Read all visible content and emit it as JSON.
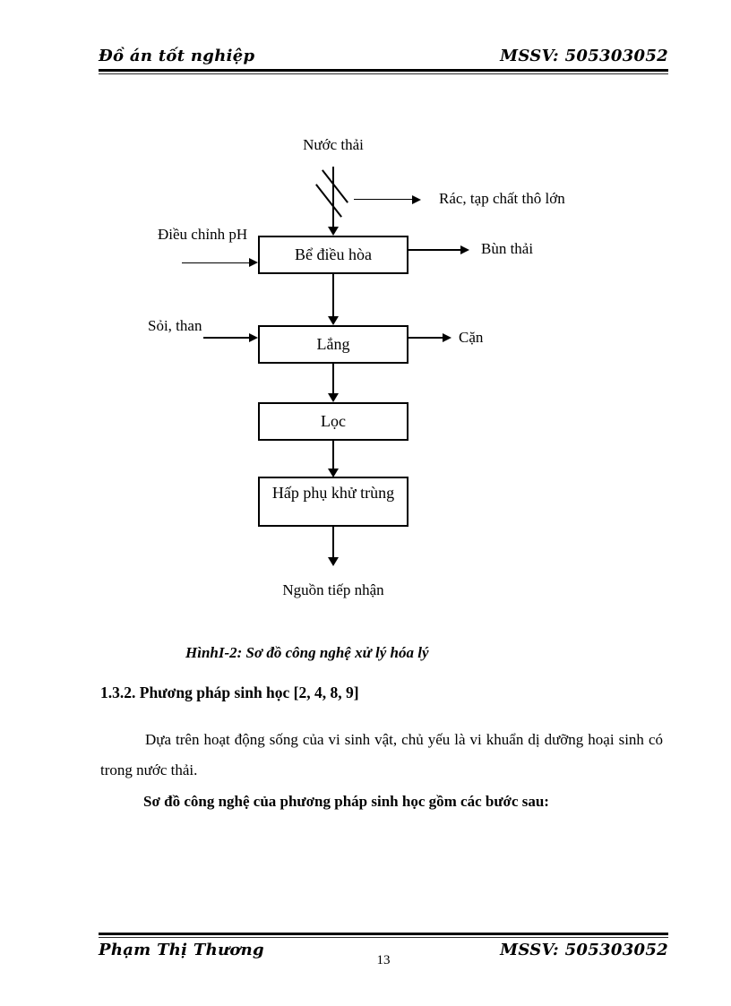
{
  "header": {
    "left": "Đồ án tốt nghiệp",
    "right": "MSSV: 505303052"
  },
  "footer": {
    "left": "Phạm Thị Thương",
    "right": "MSSV: 505303052",
    "page_number": "13"
  },
  "diagram": {
    "source_label": "Nước thải",
    "screen_output_label": "Rác, tạp chất thô lớn",
    "ph_input_label": "Điều chỉnh pH",
    "gravel_input_label": "Sỏi, than",
    "boxes": [
      {
        "label": "Bể điều hòa",
        "output": "Bùn thải"
      },
      {
        "label": "Lắng",
        "output": "Cặn"
      },
      {
        "label": "Lọc"
      },
      {
        "label": "Hấp phụ khử trùng"
      }
    ],
    "sink_label": "Nguồn tiếp nhận",
    "caption": "HìnhI-2: Sơ đồ công nghệ xử lý hóa lý"
  },
  "content": {
    "section_heading": "1.3.2. Phương pháp sinh học [2, 4, 8, 9]",
    "paragraph": "Dựa trên hoạt động sống của vi sinh vật, chủ yếu là vi khuẩn dị dưỡng hoại sinh có trong nước thải.",
    "bold_line": "Sơ đồ công nghệ của phương pháp sinh học gồm các bước sau:"
  }
}
